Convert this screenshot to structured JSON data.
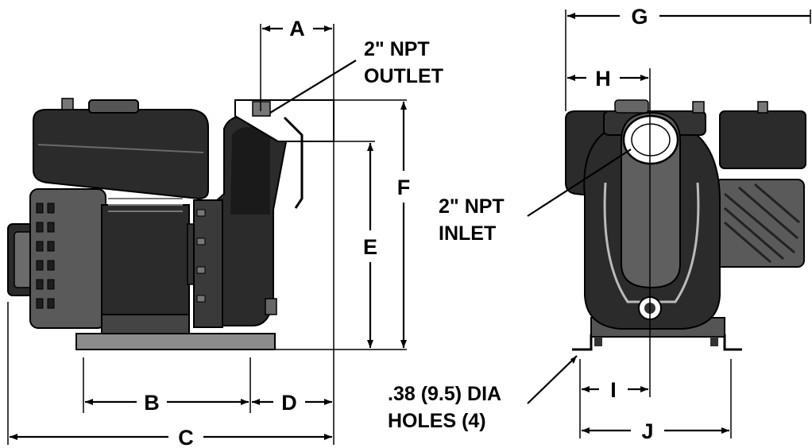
{
  "dimensions": {
    "a": "A",
    "b": "B",
    "c": "C",
    "d": "D",
    "e": "E",
    "f": "F",
    "g": "G",
    "h": "H",
    "i": "I",
    "j": "J"
  },
  "callouts": {
    "outlet_line1": "2\" NPT",
    "outlet_line2": "OUTLET",
    "inlet_line1": "2\" NPT",
    "inlet_line2": "INLET",
    "holes_line1": ".38 (9.5) DIA",
    "holes_line2": "HOLES (4)"
  },
  "colors": {
    "ink": "#000000",
    "paper": "#ffffff",
    "shade_dark": "#2b2b2b",
    "shade_mid": "#5a5a5a",
    "shade_light": "#9a9a9a"
  }
}
